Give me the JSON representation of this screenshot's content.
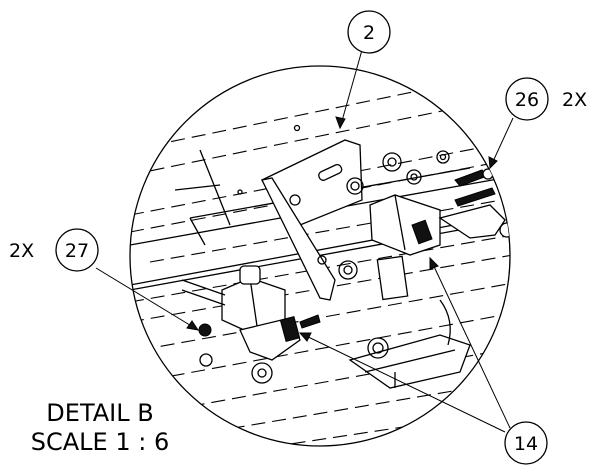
{
  "detail": {
    "title": "DETAIL B",
    "scale": "SCALE 1 : 6"
  },
  "balloons": [
    {
      "number": "2",
      "qty": ""
    },
    {
      "number": "26",
      "qty": "2X"
    },
    {
      "number": "27",
      "qty": "2X"
    },
    {
      "number": "14",
      "qty": ""
    }
  ]
}
